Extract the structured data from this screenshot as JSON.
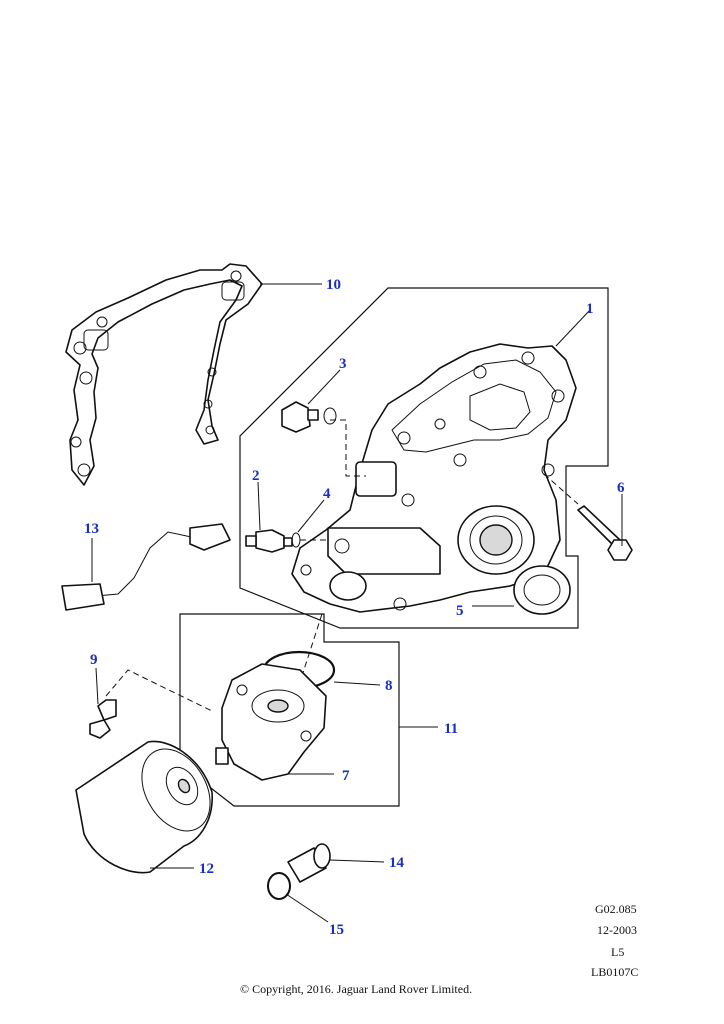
{
  "callouts": {
    "c1": "1",
    "c2": "2",
    "c3": "3",
    "c4": "4",
    "c5": "5",
    "c6": "6",
    "c7": "7",
    "c8": "8",
    "c9": "9",
    "c10": "10",
    "c11": "11",
    "c12": "12",
    "c13": "13",
    "c14": "14",
    "c15": "15"
  },
  "meta": {
    "ref_code": "G02.085",
    "date": "12-2003",
    "engine": "L5",
    "drawing_no": "LB0107C"
  },
  "copyright": "© Copyright, 2016. Jaguar Land Rover Limited.",
  "colors": {
    "callout": "#1a2ebf",
    "line": "#111111"
  }
}
